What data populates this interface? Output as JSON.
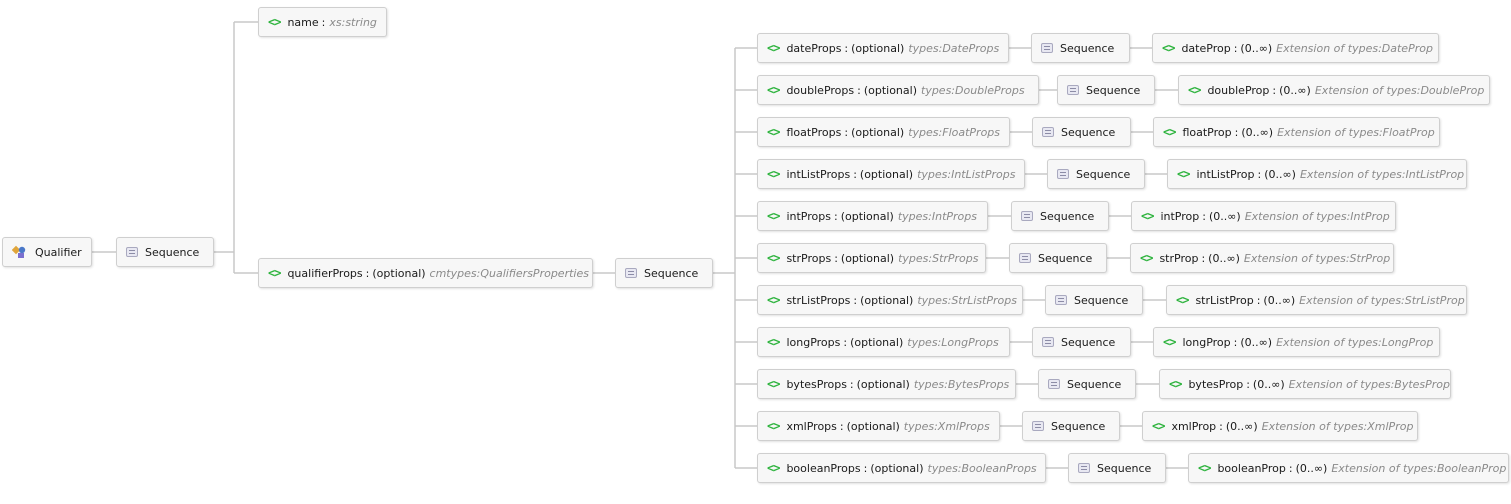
{
  "root": {
    "label": "Qualifier",
    "icon": "complex-type-icon"
  },
  "sequence_label": "Sequence",
  "name_element": {
    "name": "name",
    "sep": ":",
    "type": "xs:string"
  },
  "qualifier_props": {
    "name": "qualifierProps",
    "sep": ":",
    "occurrence": "(optional)",
    "type": "cmtypes:QualifiersProperties"
  },
  "props": [
    {
      "name": "dateProps",
      "occurrence": "(optional)",
      "type": "types:DateProps",
      "child_name": "dateProp",
      "child_occurrence": "(0..∞)",
      "child_type": "Extension of types:DateProp"
    },
    {
      "name": "doubleProps",
      "occurrence": "(optional)",
      "type": "types:DoubleProps",
      "child_name": "doubleProp",
      "child_occurrence": "(0..∞)",
      "child_type": "Extension of types:DoubleProp"
    },
    {
      "name": "floatProps",
      "occurrence": "(optional)",
      "type": "types:FloatProps",
      "child_name": "floatProp",
      "child_occurrence": "(0..∞)",
      "child_type": "Extension of types:FloatProp"
    },
    {
      "name": "intListProps",
      "occurrence": "(optional)",
      "type": "types:IntListProps",
      "child_name": "intListProp",
      "child_occurrence": "(0..∞)",
      "child_type": "Extension of types:IntListProp"
    },
    {
      "name": "intProps",
      "occurrence": "(optional)",
      "type": "types:IntProps",
      "child_name": "intProp",
      "child_occurrence": "(0..∞)",
      "child_type": "Extension of types:IntProp"
    },
    {
      "name": "strProps",
      "occurrence": "(optional)",
      "type": "types:StrProps",
      "child_name": "strProp",
      "child_occurrence": "(0..∞)",
      "child_type": "Extension of types:StrProp"
    },
    {
      "name": "strListProps",
      "occurrence": "(optional)",
      "type": "types:StrListProps",
      "child_name": "strListProp",
      "child_occurrence": "(0..∞)",
      "child_type": "Extension of types:StrListProp"
    },
    {
      "name": "longProps",
      "occurrence": "(optional)",
      "type": "types:LongProps",
      "child_name": "longProp",
      "child_occurrence": "(0..∞)",
      "child_type": "Extension of types:LongProp"
    },
    {
      "name": "bytesProps",
      "occurrence": "(optional)",
      "type": "types:BytesProps",
      "child_name": "bytesProp",
      "child_occurrence": "(0..∞)",
      "child_type": "Extension of types:BytesProp"
    },
    {
      "name": "xmlProps",
      "occurrence": "(optional)",
      "type": "types:XmlProps",
      "child_name": "xmlProp",
      "child_occurrence": "(0..∞)",
      "child_type": "Extension of types:XmlProp"
    },
    {
      "name": "booleanProps",
      "occurrence": "(optional)",
      "type": "types:BooleanProps",
      "child_name": "booleanProp",
      "child_occurrence": "(0..∞)",
      "child_type": "Extension of types:BooleanProp"
    }
  ],
  "colors": {
    "element_icon": "#2db33d",
    "connector": "#c8c8c8",
    "node_border": "#cfcfcf",
    "type_text": "#8a8a8a"
  }
}
